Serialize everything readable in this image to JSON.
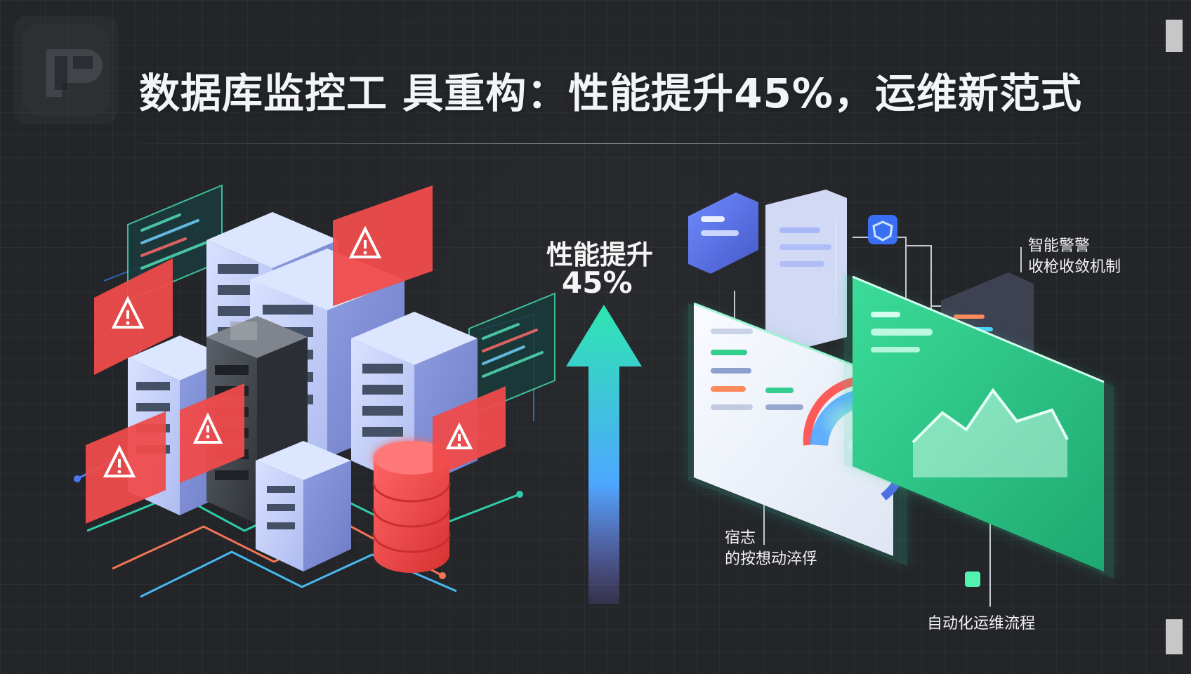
{
  "title": "数据库监控工 具重构：性能提升45%，运维新范式",
  "metric": {
    "label": "性能提升",
    "value": "45%"
  },
  "annotations": {
    "smart_alert_line_1": "智能警警",
    "smart_alert_line_2": "收枪收敛机制",
    "left_note_line_1": "宿志",
    "left_note_line_2": "的按想动淬俘",
    "workflow": "自动化运维流程"
  },
  "colors": {
    "background": "#232529",
    "title": "#f3f4f6",
    "arrow_top": "#2ee6b0",
    "arrow_bottom": "#8f7cff",
    "alert_red": "#ef4b4b",
    "server_blue": "#b9c8f3",
    "dashboard_green": "#39d69a",
    "dashboard_blue": "#5b76e8"
  },
  "icons": [
    "logo-icon",
    "warning-icon",
    "server-rack-icon",
    "database-cylinder-icon",
    "chart-card-icon",
    "shield-icon",
    "gauge-icon"
  ]
}
